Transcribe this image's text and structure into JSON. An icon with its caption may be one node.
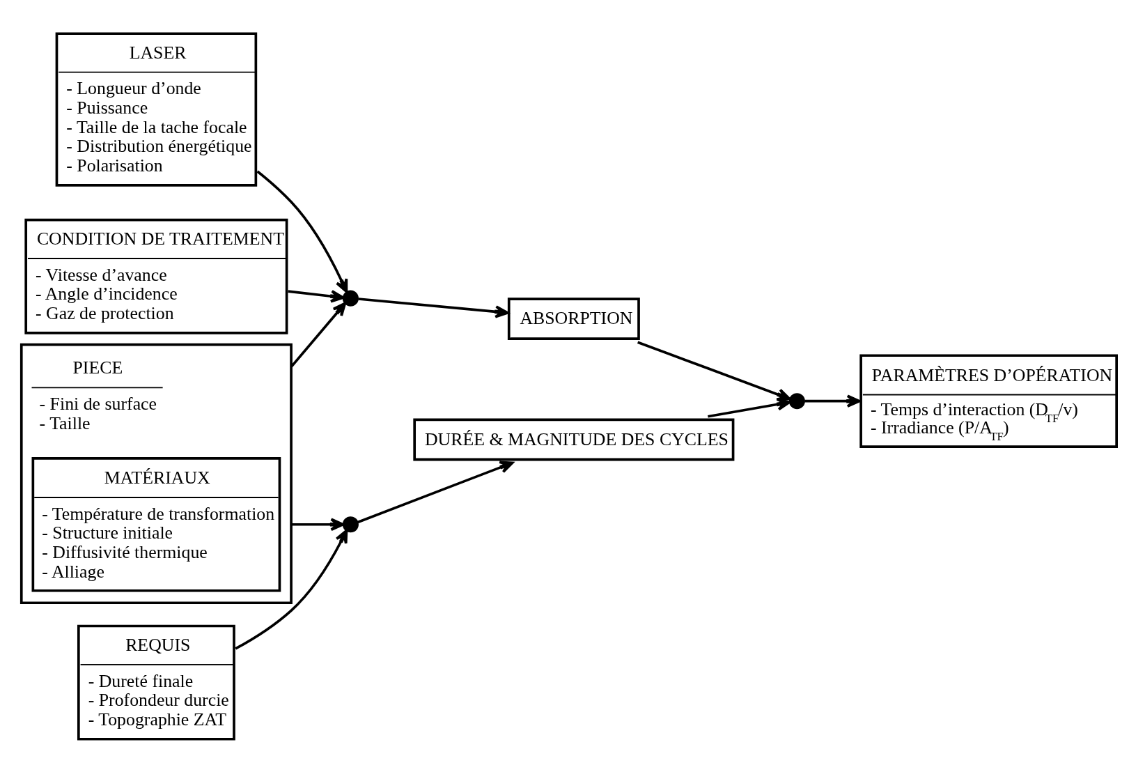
{
  "diagram": {
    "nodes": [
      {
        "text": [
          "LASER",
          "- Longueur d’onde",
          "- Puissance",
          "- Taille de la tache focale",
          "- Distribution énergétique",
          "- Polarisation"
        ]
      },
      {
        "text": [
          "CONDITION DE TRAITEMENT",
          "- Vitesse d’avance",
          "- Angle d’incidence",
          "- Gaz de protection"
        ]
      },
      {
        "text": [
          "PIECE",
          "- Fini de surface",
          "- Taille"
        ]
      },
      {
        "text": [
          "MATÉRIAUX",
          "- Température de transformation",
          "- Structure initiale",
          "- Diffusivité thermique",
          "- Alliage"
        ],
        "in": 2
      },
      {
        "text": [],
        "shape": "circle"
      },
      {
        "text": [
          "ABSORPTION"
        ]
      },
      {
        "text": [
          "DURÉE & MAGNITUDE DES CYCLES"
        ]
      },
      {
        "text": [],
        "shape": "circle"
      },
      {
        "text": [
          "PARAMÈTRES D’OPÉRATION",
          "- Temps d’interaction (D$_{TF}$/v)",
          "- Irradiance (P/A$_{TF}$)"
        ]
      },
      {
        "text": [],
        "shape": "circle"
      },
      {
        "text": [
          "REQUIS",
          "- Dureté finale",
          "- Profondeur durcie",
          "- Topographie ZAT"
        ]
      }
    ],
    "edges": [
      {
        "from": 0,
        "to": 4,
        "arrow": "to"
      },
      {
        "from": 1,
        "to": 4,
        "arrow": "to"
      },
      {
        "from": 2,
        "to": 4,
        "arrow": "to"
      },
      {
        "from": 4,
        "to": 5,
        "arrow": "to"
      },
      {
        "from": 5,
        "to": 7,
        "arrow": "to"
      },
      {
        "from": 6,
        "to": 7,
        "arrow": "to"
      },
      {
        "from": 7,
        "to": 8,
        "arrow": "to"
      },
      {
        "from": 2,
        "to": 9,
        "arrow": "to"
      },
      {
        "from": 10,
        "to": 9,
        "arrow": "to"
      },
      {
        "from": 9,
        "to": 6,
        "arrow": "to"
      }
    ]
  }
}
